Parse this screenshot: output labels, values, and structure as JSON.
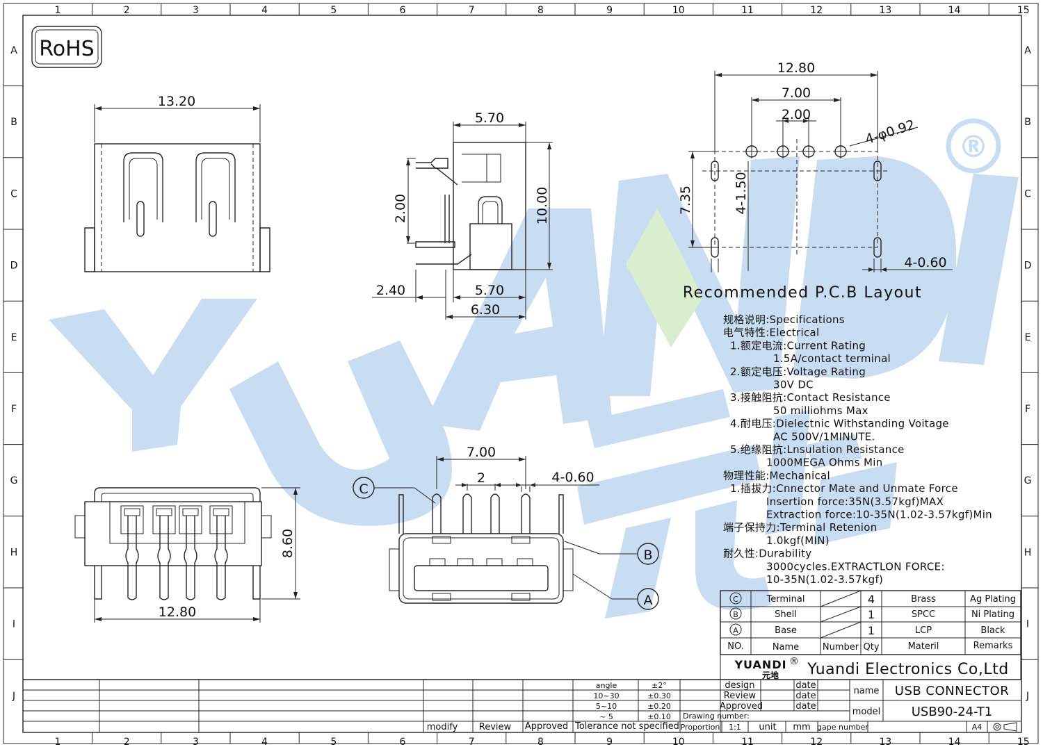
{
  "badge": "RoHS",
  "watermark": {
    "text": "YUANDI",
    "registered": "®",
    "color": "#c8dcf2"
  },
  "border": {
    "columns": [
      "1",
      "2",
      "3",
      "4",
      "5",
      "6",
      "7",
      "8",
      "9",
      "10",
      "11",
      "12",
      "13",
      "14",
      "15"
    ],
    "rows": [
      "A",
      "B",
      "C",
      "D",
      "E",
      "F",
      "G",
      "H",
      "I",
      "J"
    ]
  },
  "front_view": {
    "width": "13.20"
  },
  "side_view": {
    "top": "5.70",
    "height": "10.00",
    "pin": "2.00",
    "left": "2.40",
    "bottom1": "5.70",
    "bottom2": "6.30"
  },
  "pcb": {
    "title": "Recommended P.C.B Layout",
    "dims": {
      "overall": "12.80",
      "outer_pins": "7.00",
      "inner_pins": "2.00",
      "holes": "4-φ0.92",
      "height": "7.35",
      "slot": "4-1.50",
      "slot_w": "4-0.60"
    }
  },
  "bottom_view": {
    "height": "8.60",
    "width": "12.80"
  },
  "rear_view": {
    "pitch_outer": "7.00",
    "pitch_inner": "2",
    "pin_w": "4-0.60",
    "callouts": [
      "C",
      "B",
      "A"
    ]
  },
  "specs": [
    {
      "t": "规格说明:Specifications",
      "i": 0
    },
    {
      "t": "电气特性:Electrical",
      "i": 0
    },
    {
      "t": "1.额定电流:Current  Rating",
      "i": 1
    },
    {
      "t": "1.5A/contact  terminal",
      "i": 3
    },
    {
      "t": "2.额定电压:Voltage  Rating",
      "i": 1
    },
    {
      "t": "30V  DC",
      "i": 3
    },
    {
      "t": "3.接触阻抗:Contact  Resistance",
      "i": 1
    },
    {
      "t": "50  milliohms  Max",
      "i": 3
    },
    {
      "t": "4.耐电压:Dielectnic  Withstanding  Voitage",
      "i": 1
    },
    {
      "t": "AC  500V/1MINUTE.",
      "i": 3
    },
    {
      "t": "5.绝缘阻抗:Lnsulation  Resistance",
      "i": 1
    },
    {
      "t": "1000MEGA  Ohms  Min",
      "i": 2
    },
    {
      "t": "物理性能:Mechanical",
      "i": 0
    },
    {
      "t": "1.插拔力:Cnnector  Mate  and  Unmate  Force",
      "i": 1
    },
    {
      "t": "Insertion  force:35N(3.57kgf)MAX",
      "i": 2
    },
    {
      "t": "Extraction  force:10-35N(1.02-3.57kgf)Min",
      "i": 2
    },
    {
      "t": "端子保持力:Terminal  Retenion",
      "i": 0
    },
    {
      "t": "1.0kgf(MIN)",
      "i": 2
    },
    {
      "t": "耐久性:Durability",
      "i": 0
    },
    {
      "t": "3000cycles.EXTRACTLON  FORCE:",
      "i": 2
    },
    {
      "t": "10-35N(1.02-3.57kgf)",
      "i": 2
    }
  ],
  "bom": {
    "rows": [
      {
        "no": "C",
        "name": "Terminal",
        "qty": "4",
        "material": "Brass",
        "remarks": "Ag  Plating"
      },
      {
        "no": "B",
        "name": "Shell",
        "qty": "1",
        "material": "SPCC",
        "remarks": "Ni  Plating"
      },
      {
        "no": "A",
        "name": "Base",
        "qty": "1",
        "material": "LCP",
        "remarks": "Black"
      }
    ],
    "header": {
      "no": "NO.",
      "name": "Name",
      "number": "Number",
      "qty": "Qty",
      "material": "Materil",
      "remarks": "Remarks"
    }
  },
  "title_block": {
    "logo_top": "YUANDI",
    "logo_bottom": "元地",
    "company": "Yuandi Electronics Co,Ltd",
    "design": "design",
    "review": "Review",
    "approved": "Approved",
    "date": "date",
    "name_label": "name",
    "name_value": "USB  CONNECTOR",
    "model_label": "model",
    "model_value": "USB90-24-T1",
    "drawing_number": "Drawing number:",
    "proportion": "Proportion",
    "scale": "1:1",
    "unit": "unit",
    "mm": "mm",
    "page_number": "gape number",
    "paper": "A4"
  },
  "tolerance": {
    "angle": "angle",
    "angle_tol": "±2°",
    "rows": [
      {
        "range": "10~30",
        "tol": "±0.30"
      },
      {
        "range": "5~10",
        "tol": "±0.20"
      },
      {
        "range": "~ 5",
        "tol": "±0.10"
      }
    ],
    "modify": "modify",
    "review": "Review",
    "approved": "Approved",
    "footer": "Tolerance  not  specified"
  }
}
